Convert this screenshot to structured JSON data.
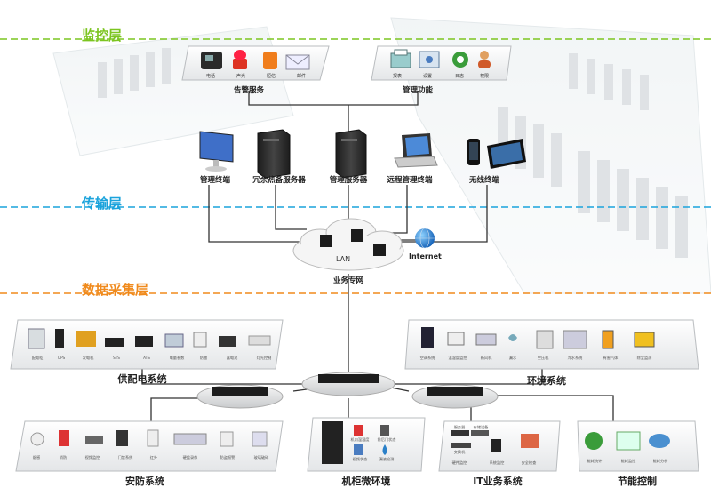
{
  "layers": {
    "monitor": "监控层",
    "transport": "传输层",
    "collect": "数据采集层"
  },
  "colors": {
    "monitor": "#7cc520",
    "transport": "#1aa3dc",
    "collect": "#f08a1c"
  },
  "monitor_layer": {
    "alarm_title": "告警服务",
    "alarm_items": [
      "电话",
      "声光",
      "短信",
      "邮件"
    ],
    "manage_title": "管理功能",
    "manage_items": [
      "报表",
      "设置",
      "日志",
      "权限"
    ]
  },
  "transport_layer": {
    "nodes": [
      "管理终端",
      "冗余热备服务器",
      "管理服务器",
      "远程管理终端",
      "无线终端"
    ],
    "lan": "LAN",
    "internet": "Internet",
    "network": "业务专网"
  },
  "collect_layer": {
    "power": {
      "title": "供配电系统",
      "items": [
        "配电柜",
        "UPS",
        "发电机",
        "STS",
        "ATS",
        "电量参数",
        "防雷",
        "蓄电池",
        "灯光控制"
      ]
    },
    "env": {
      "title": "环境系统",
      "items": [
        "空调系统",
        "温湿度监控",
        "新风机",
        "漏水",
        "空压机",
        "冷水系统",
        "有害气体",
        "除尘监测"
      ]
    },
    "security": {
      "title": "安防系统",
      "items": [
        "烟感",
        "消防",
        "视频监控",
        "门禁系统",
        "红外",
        "硬盘录像",
        "防盗报警",
        "玻璃破碎"
      ]
    },
    "cabinet": {
      "title": "机柜微环境",
      "items": [
        "机内温湿度",
        "前后门状态",
        "视频状态",
        "漏液检测"
      ]
    },
    "it": {
      "title": "IT业务系统",
      "items": [
        "服务器",
        "存储设备",
        "交换机",
        "硬件监控",
        "系统监控",
        "安全检查"
      ]
    },
    "energy": {
      "title": "节能控制",
      "items": [
        "能耗统计",
        "能耗监控",
        "能耗分析"
      ]
    }
  }
}
